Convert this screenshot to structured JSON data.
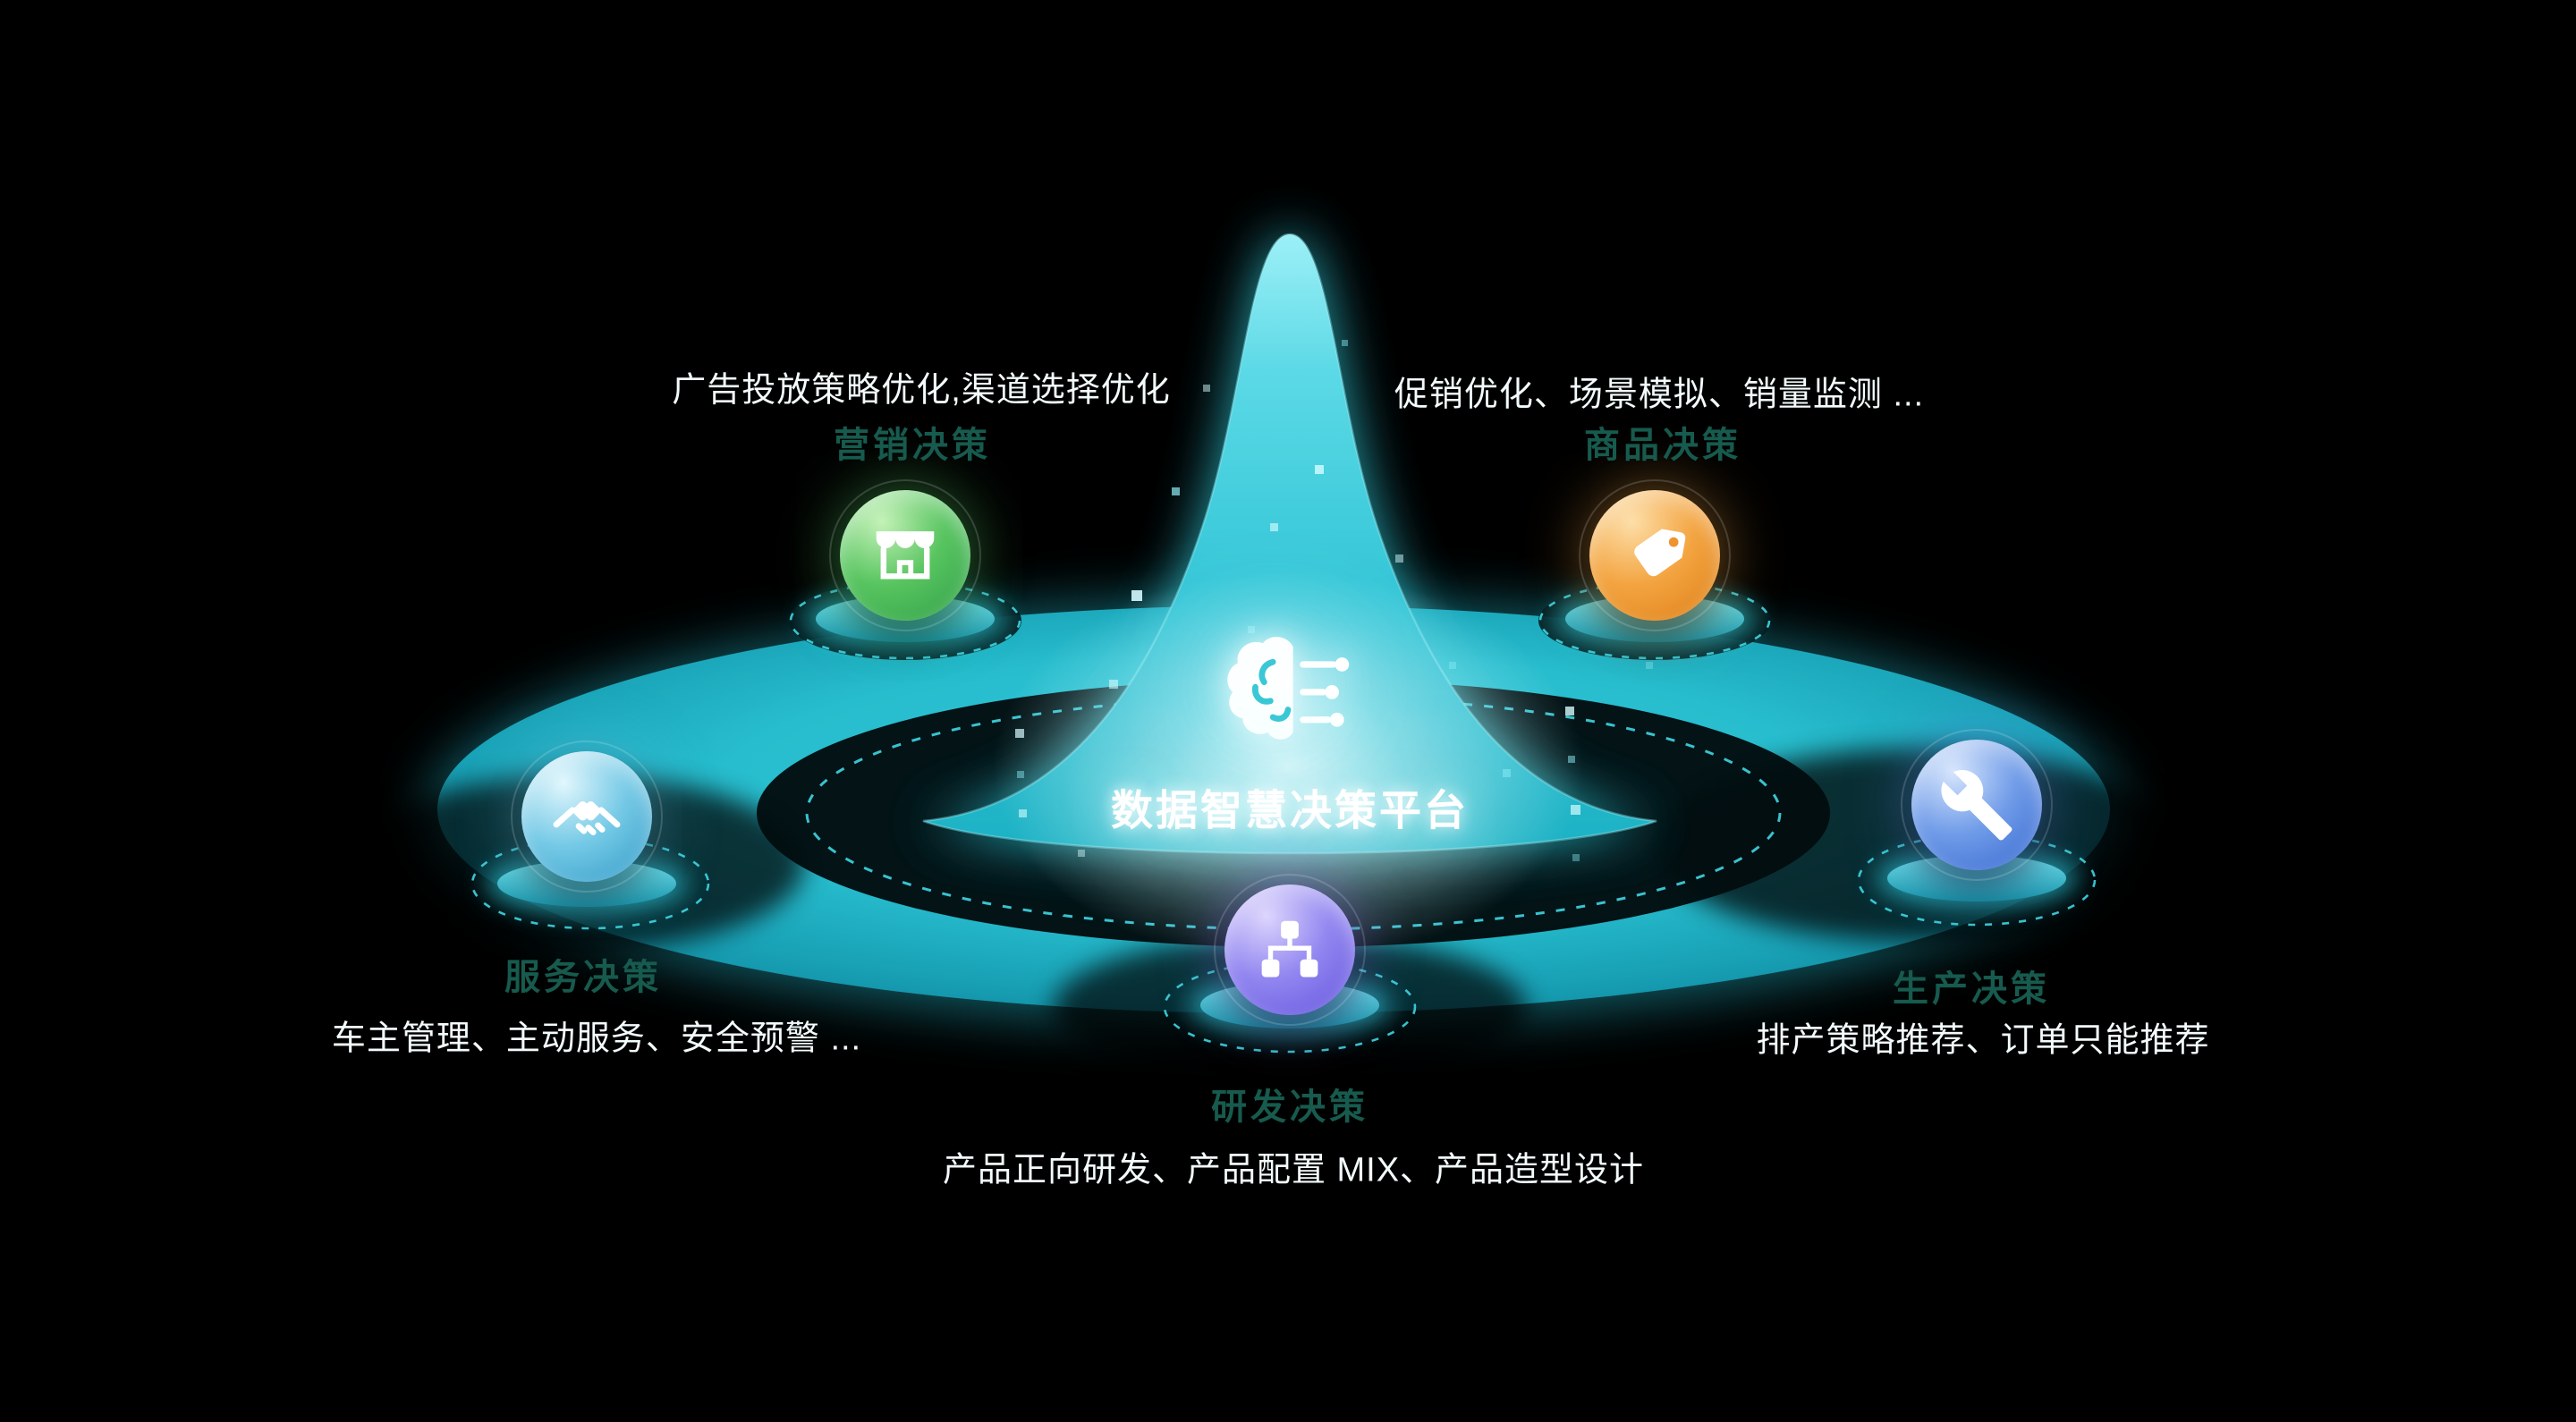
{
  "center": {
    "title": "数据智慧决策平台",
    "icon": "brain-circuit-icon"
  },
  "nodes": [
    {
      "id": "marketing",
      "label": "营销决策",
      "desc": "广告投放策略优化,渠道选择优化",
      "icon": "storefront-icon",
      "color": "#44b854"
    },
    {
      "id": "commodity",
      "label": "商品决策",
      "desc": "促销优化、场景模拟、销量监测 ...",
      "icon": "price-tag-icon",
      "color": "#ee9330"
    },
    {
      "id": "service",
      "label": "服务决策",
      "desc": "车主管理、主动服务、安全预警 ...",
      "icon": "handshake-icon",
      "color": "#49b9d9"
    },
    {
      "id": "rnd",
      "label": "研发决策",
      "desc": "产品正向研发、产品配置 MIX、产品造型设计",
      "icon": "sitemap-icon",
      "color": "#8677ee"
    },
    {
      "id": "production",
      "label": "生产决策",
      "desc": "排产策略推荐、订单只能推荐",
      "icon": "wrench-icon",
      "color": "#4a86e2"
    }
  ],
  "colors": {
    "background": "#000000",
    "core_teal": "#2fc6d6",
    "dash_teal": "#3fd6e3",
    "glow_white": "#ffffff"
  }
}
